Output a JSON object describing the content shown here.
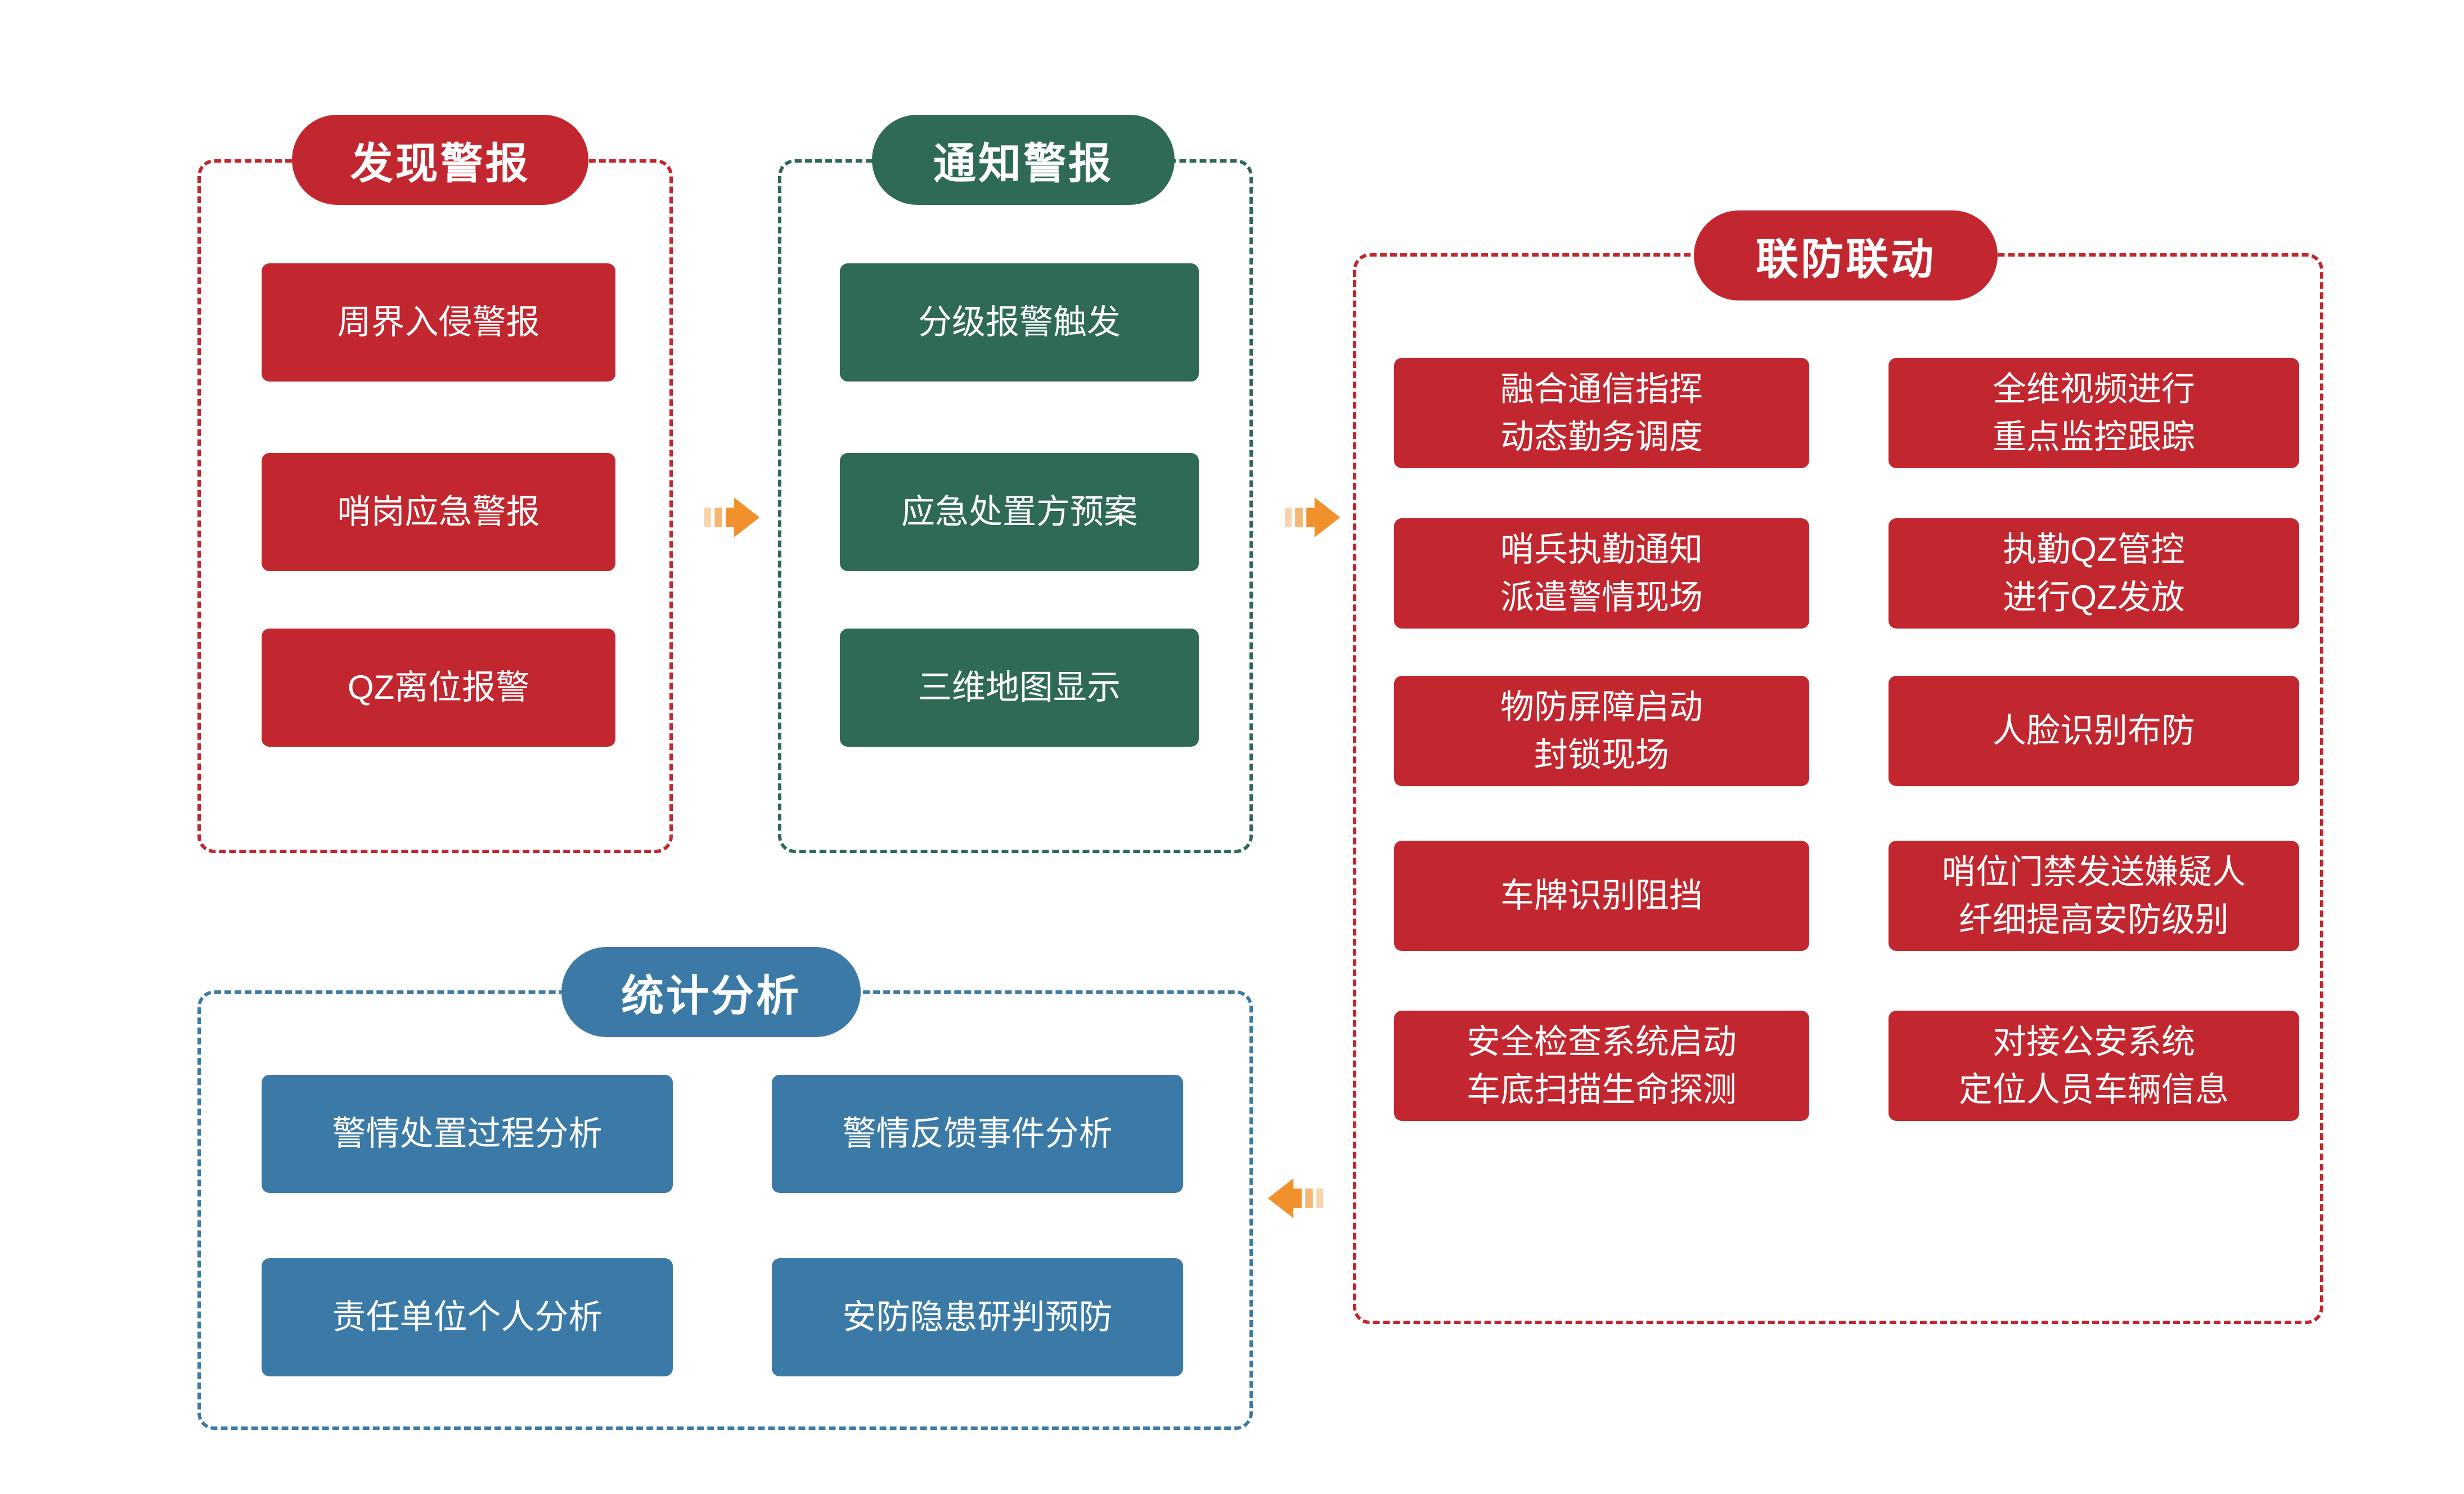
{
  "colors": {
    "red": "#C2262E",
    "green": "#2E6A54",
    "blue": "#3B7AA6",
    "orange": "#F0912C"
  },
  "groups": {
    "discover": {
      "title": "发现警报",
      "items": [
        "周界入侵警报",
        "哨岗应急警报",
        "QZ离位报警"
      ]
    },
    "notify": {
      "title": "通知警报",
      "items": [
        "分级报警触发",
        "应急处置方预案",
        "三维地图显示"
      ]
    },
    "linkage": {
      "title": "联防联动",
      "left": [
        "融合通信指挥\n动态勤务调度",
        "哨兵执勤通知\n派遣警情现场",
        "物防屏障启动\n封锁现场",
        "车牌识别阻挡",
        "安全检查系统启动\n车底扫描生命探测"
      ],
      "right": [
        "全维视频进行\n重点监控跟踪",
        "执勤QZ管控\n进行QZ发放",
        "人脸识别布防",
        "哨位门禁发送嫌疑人\n纤细提高安防级别",
        "对接公安系统\n定位人员车辆信息"
      ]
    },
    "stats": {
      "title": "统计分析",
      "items": [
        "警情处置过程分析",
        "警情反馈事件分析",
        "责任单位个人分析",
        "安防隐患研判预防"
      ]
    }
  },
  "arrows": [
    {
      "name": "discover-to-notify",
      "direction": "right"
    },
    {
      "name": "notify-to-linkage",
      "direction": "right"
    },
    {
      "name": "linkage-to-stats",
      "direction": "left"
    }
  ]
}
